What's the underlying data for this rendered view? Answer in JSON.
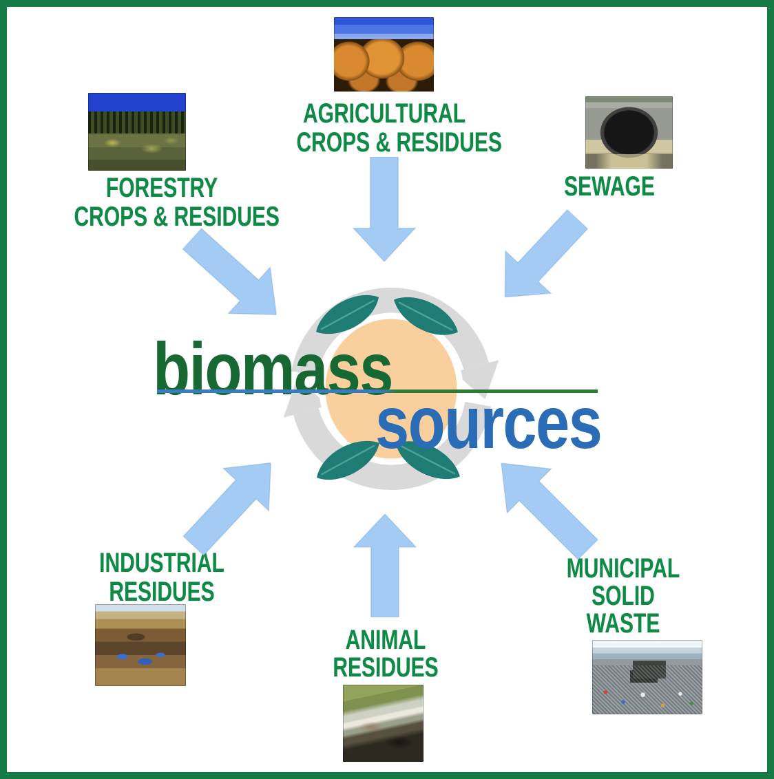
{
  "diagram": {
    "logo": {
      "word1": "biomass",
      "word2": "sources"
    },
    "sources": [
      {
        "id": "forestry",
        "lines": [
          "FORESTRY",
          "CROPS & RESIDUES"
        ],
        "photo_icon": "forest-photo"
      },
      {
        "id": "agricultural",
        "lines": [
          "AGRICULTURAL",
          "CROPS & RESIDUES"
        ],
        "photo_icon": "hay-bales-photo"
      },
      {
        "id": "sewage",
        "lines": [
          "SEWAGE"
        ],
        "photo_icon": "sewage-outfall-photo"
      },
      {
        "id": "industrial",
        "lines": [
          "INDUSTRIAL",
          "RESIDUES"
        ],
        "photo_icon": "industrial-waste-photo"
      },
      {
        "id": "animal",
        "lines": [
          "ANIMAL",
          "RESIDUES"
        ],
        "photo_icon": "cattle-manure-photo"
      },
      {
        "id": "municipal",
        "lines": [
          "MUNICIPAL",
          "SOLID",
          "WASTE"
        ],
        "photo_icon": "landfill-photo"
      }
    ]
  },
  "colors": {
    "frame": "#157a45",
    "label": "#0d8a45",
    "arrow": "#a3cbf4",
    "logo_word1": "#176833",
    "logo_word2": "#2a6cb5",
    "underline_left": "#3a7cc4",
    "underline_right": "#2e7d32",
    "swirl": "#d9d9d9",
    "leaf": "#1e7c74",
    "leaf_vein": "#4aa396",
    "center_circle": "#f9cf9e"
  }
}
